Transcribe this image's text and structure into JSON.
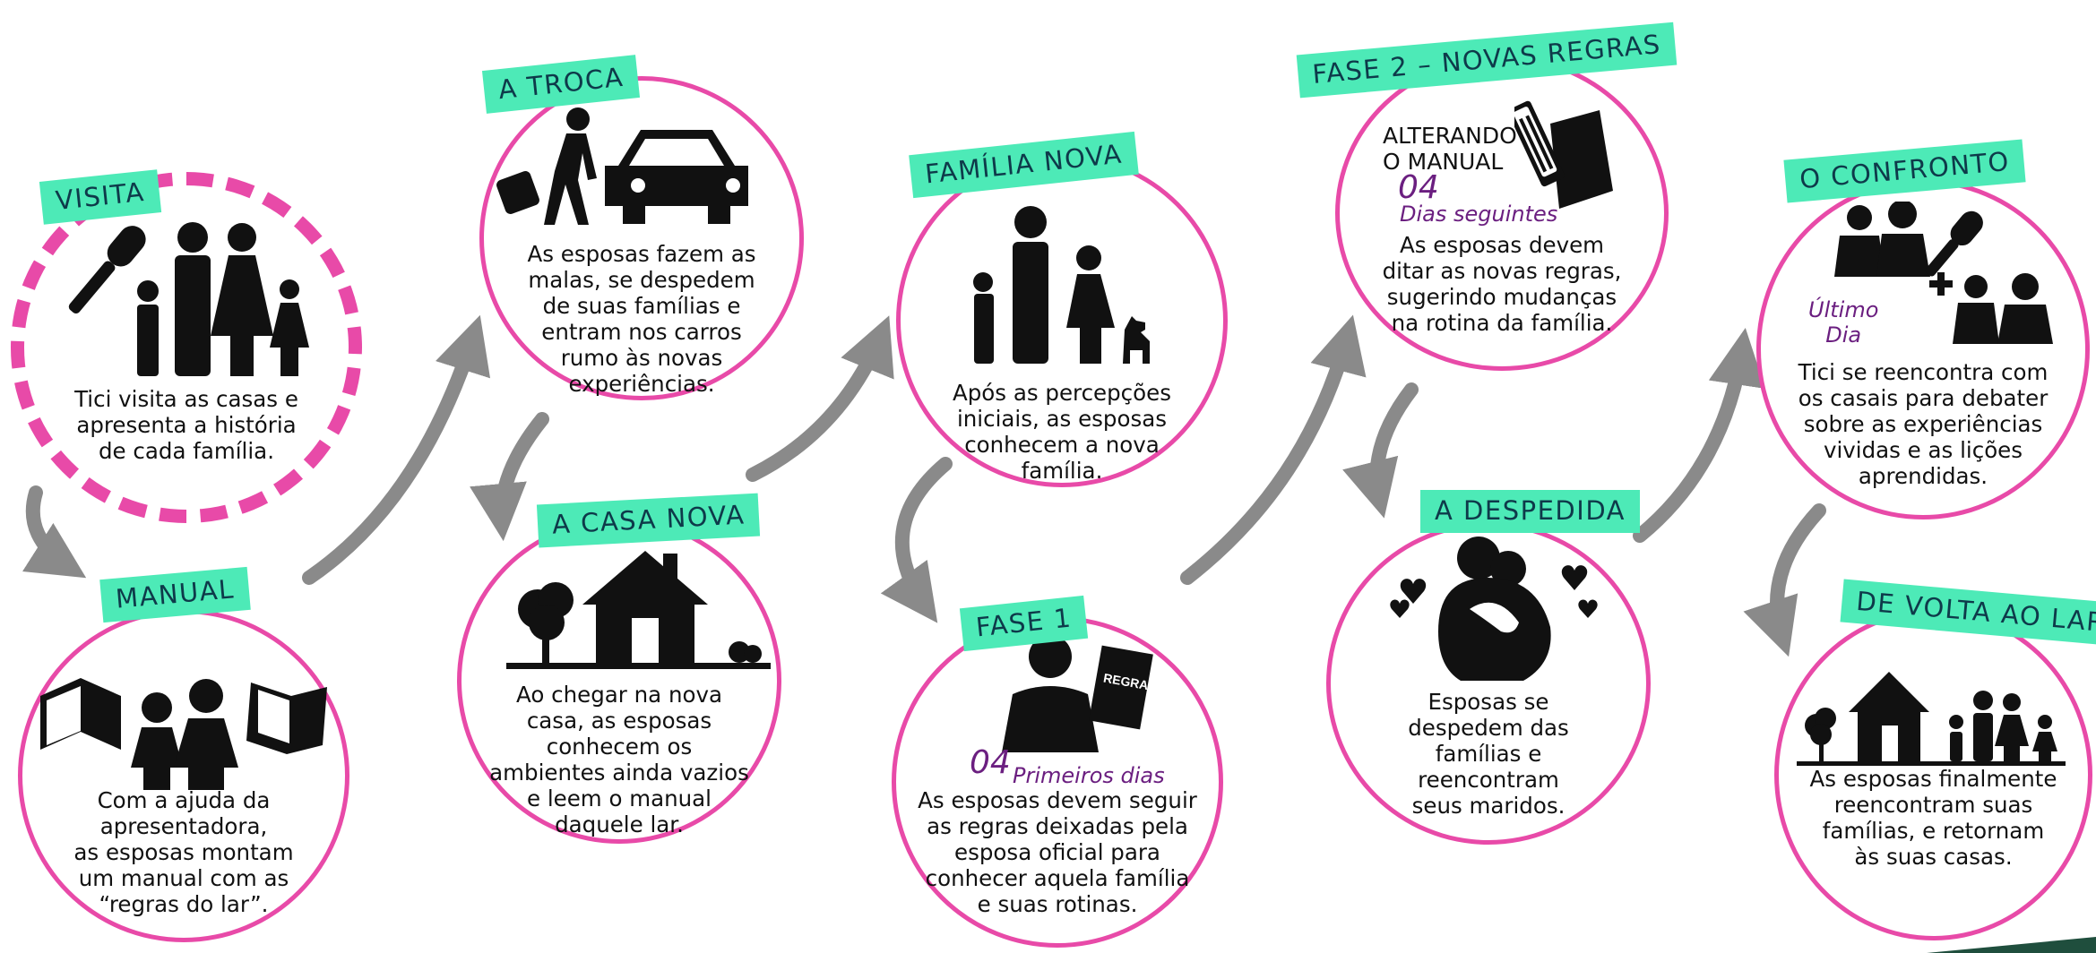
{
  "colors": {
    "border": "#e84aa8",
    "tag": "#4deab7",
    "tag_text": "#0e3a4a",
    "accent": "#6b1f80",
    "arrow": "#8a8a8a",
    "icon": "#111111",
    "corner": "#1f4e3d"
  },
  "steps": [
    {
      "id": "visita",
      "tag": "VISITA",
      "text": "Tici visita as casas e\napresenta a história\nde cada família.",
      "icon": "microphone-family-icon"
    },
    {
      "id": "manual",
      "tag": "MANUAL",
      "text": "Com a ajuda da\napresentadora,\nas esposas montam\num manual com as\n“regras do lar”.",
      "icon": "books-women-icon"
    },
    {
      "id": "troca",
      "tag": "A TROCA",
      "text": "As esposas fazem as\nmalas, se despedem\nde suas famílias e\nentram nos carros\nrumo às novas\nexperiências.",
      "icon": "traveler-car-icon"
    },
    {
      "id": "casa-nova",
      "tag": "A CASA NOVA",
      "text": "Ao chegar na nova\ncasa, as esposas\nconhecem os\nambientes ainda vazios\ne leem o manual\ndaquele lar.",
      "icon": "house-tree-icon"
    },
    {
      "id": "familia-nova",
      "tag": "FAMÍLIA NOVA",
      "text": "Após as percepções\niniciais, as esposas\nconhecem a nova\nfamília.",
      "icon": "family-dog-icon"
    },
    {
      "id": "fase1",
      "tag": "FASE 1",
      "number": "04",
      "subtitle": "Primeiros dias",
      "book_label": "REGRAS",
      "text": "As esposas devem seguir\nas regras deixadas pela\nesposa oficial para\nconhecer aquela família\ne suas rotinas.",
      "icon": "person-rules-book-icon"
    },
    {
      "id": "fase2",
      "tag": "FASE 2 – NOVAS REGRAS",
      "caption": "ALTERANDO\nO MANUAL",
      "number": "04",
      "subtitle": "Dias seguintes",
      "text": "As esposas devem\nditar as novas regras,\nsugerindo mudanças\nna rotina da família.",
      "icon": "pencil-envelope-icon"
    },
    {
      "id": "despedida",
      "tag": "A DESPEDIDA",
      "text": "Esposas se\ndespedem das\nfamílias e\nreencontram\nseus maridos.",
      "icon": "hug-hearts-icon"
    },
    {
      "id": "confronto",
      "tag": "O CONFRONTO",
      "subtitle": "Último\nDia",
      "text": "Tici se reencontra com\nos casais para debater\nsobre as experiências\nvividas e as lições\naprendidas.",
      "icon": "couples-mic-icon"
    },
    {
      "id": "volta",
      "tag": "DE VOLTA AO LAR",
      "text": "As esposas finalmente\nreencontram suas\nfamílias, e retornam\nàs suas casas.",
      "icon": "house-family-icon"
    }
  ]
}
